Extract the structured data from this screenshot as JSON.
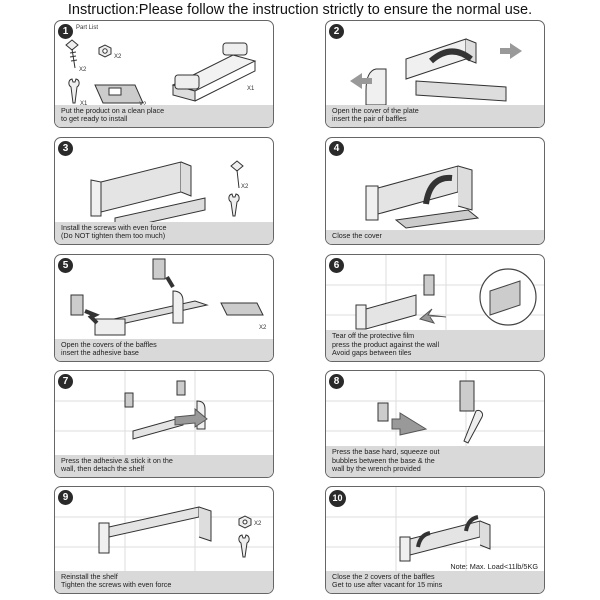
{
  "title": "Instruction:Please follow the instruction strictly to ensure the normal use.",
  "steps": [
    {
      "num": "1",
      "part_list_label": "Part List",
      "qty_screw": "X2",
      "qty_nut": "X2",
      "qty_wrench": "X1",
      "qty_plate": "X2",
      "qty_shelf": "X1",
      "caption": [
        "Put the product on a clean place",
        "to get ready to install"
      ]
    },
    {
      "num": "2",
      "caption": [
        "Open the cover of the plate",
        "insert the pair of baffles"
      ]
    },
    {
      "num": "3",
      "qty_screw": "X2",
      "caption": [
        "Install the screws with even force",
        "(Do NOT tighten them too much)"
      ]
    },
    {
      "num": "4",
      "caption": [
        "Close the cover"
      ]
    },
    {
      "num": "5",
      "qty_plate": "X2",
      "caption": [
        "Open the covers of the baffles",
        "insert the adhesive base"
      ]
    },
    {
      "num": "6",
      "caption": [
        "Tear off the protective film",
        "press the product against the wall",
        "Avoid gaps between tiles"
      ]
    },
    {
      "num": "7",
      "caption": [
        "Press the adhesive & stick it on the",
        "wall, then detach the shelf"
      ]
    },
    {
      "num": "8",
      "caption": [
        "Press the base hard, squeeze out",
        "bubbles between the base & the",
        "wall by the wrench provided"
      ]
    },
    {
      "num": "9",
      "qty_nut": "X2",
      "caption": [
        "Reinstall the shelf",
        "Tighten the screws with even force"
      ]
    },
    {
      "num": "10",
      "note": "Note: Max. Load<11lb/5KG",
      "caption": [
        "Close the 2 covers of the baffles",
        "Get to use after vacant for 15 mins"
      ]
    }
  ]
}
